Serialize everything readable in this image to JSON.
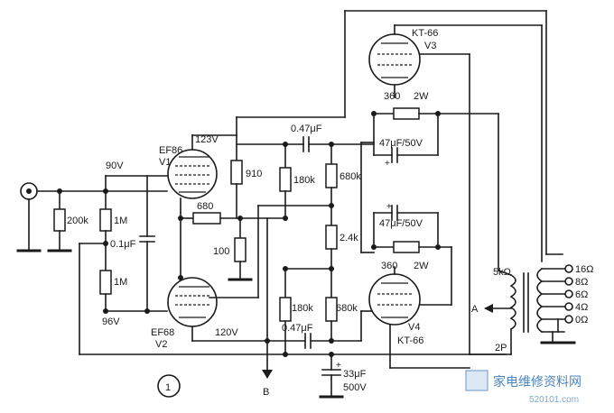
{
  "figure_number": "1",
  "tubes": {
    "v1": {
      "type": "EF86",
      "name": "V1",
      "voltage": "123V"
    },
    "v2": {
      "type": "EF68",
      "name": "V2",
      "voltage": "120V"
    },
    "v3": {
      "type": "KT-66",
      "name": "V3"
    },
    "v4": {
      "type": "KT-66",
      "name": "V4"
    }
  },
  "voltages": {
    "in": "90V",
    "lower": "96V"
  },
  "components": {
    "r_input": "200k",
    "r_1m_top": "1M",
    "r_1m_bottom": "1M",
    "c_input": "0.1μF",
    "r_680": "680",
    "r_910": "910",
    "r_100": "100",
    "c_top": "0.47μF",
    "c_bottom": "0.47μF",
    "r_180k_top": "180k",
    "r_180k_bottom": "180k",
    "r_680k_top": "680k",
    "r_680k_bottom": "680k",
    "r_2_4k": "2.4k",
    "r_360_top": "360",
    "r_360_bottom": "360",
    "p_2w_top": "2W",
    "p_2w_bottom": "2W",
    "c_47_top": "47μF/50V",
    "c_47_bottom": "47μF/50V",
    "c_33": "33μF",
    "c_33_voltage": "500V"
  },
  "transformer": {
    "impedance": "5kΩ",
    "taps": [
      "16Ω",
      "8Ω",
      "6Ω",
      "4Ω",
      "0Ω"
    ],
    "primary": "2P"
  },
  "nodes": {
    "a": "A",
    "b": "B"
  },
  "plus_sign": "+",
  "watermark": {
    "text": "家电维修资料网",
    "url": "520101.com"
  }
}
